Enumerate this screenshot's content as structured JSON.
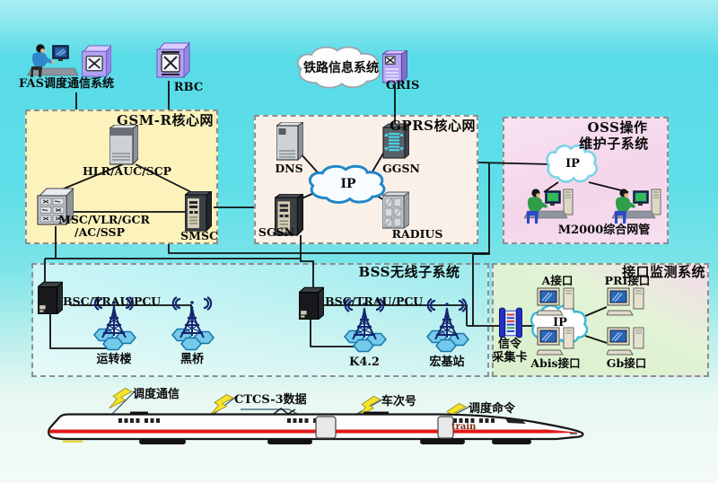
{
  "top": {
    "fas_label": "FAS调度通信系统",
    "rbc_label": "RBC",
    "rail_cloud_label": "铁路信息系统",
    "gris_label": "GRIS"
  },
  "gsmr": {
    "title": "GSM-R核心网",
    "hlr": "HLR/AUC/SCP",
    "msc_line1": "MSC/VLR/GCR",
    "msc_line2": "/AC/SSP",
    "smsc": "SMSC"
  },
  "gprs": {
    "title": "GPRS核心网",
    "dns": "DNS",
    "ggsn": "GGSN",
    "sgsn": "SGSN",
    "radius": "RADIUS",
    "ip": "IP"
  },
  "oss": {
    "title_line1": "OSS操作",
    "title_line2": "维护子系统",
    "ip": "IP",
    "nms": "M2000综合网管"
  },
  "bss": {
    "title": "BSS无线子系统",
    "bsc1": "BSC/TRAU/PCU",
    "bsc2": "BSC/TRAU/PCU",
    "bts": [
      "运转楼",
      "黑桥",
      "K4.2",
      "宏基站"
    ]
  },
  "monitor": {
    "title": "接口监测系统",
    "card_line1": "信令",
    "card_line2": "采集卡",
    "ip": "IP",
    "interfaces": [
      "A接口",
      "PRI接口",
      "Abis接口",
      "Gb接口"
    ]
  },
  "train": {
    "body_label": "train",
    "callouts": [
      "调度通信",
      "CTCS-3数据",
      "车次号",
      "调度命令"
    ]
  },
  "colors": {
    "background_cyan": "#56dce7",
    "gsmr_fill": "#fcf2bc",
    "gprs_fill": "#faf0e8",
    "oss_fill": "#f6d9ee",
    "bss_fill": "#ddf5f4",
    "monitor_fill": "#dcf2d0",
    "line": "#101010",
    "tower_blue": "#15256e",
    "hex_blue": "#74cae9",
    "bolt_yellow": "#f4e32c",
    "train_stripe": "#e01818",
    "card_blue": "#2030c0"
  }
}
